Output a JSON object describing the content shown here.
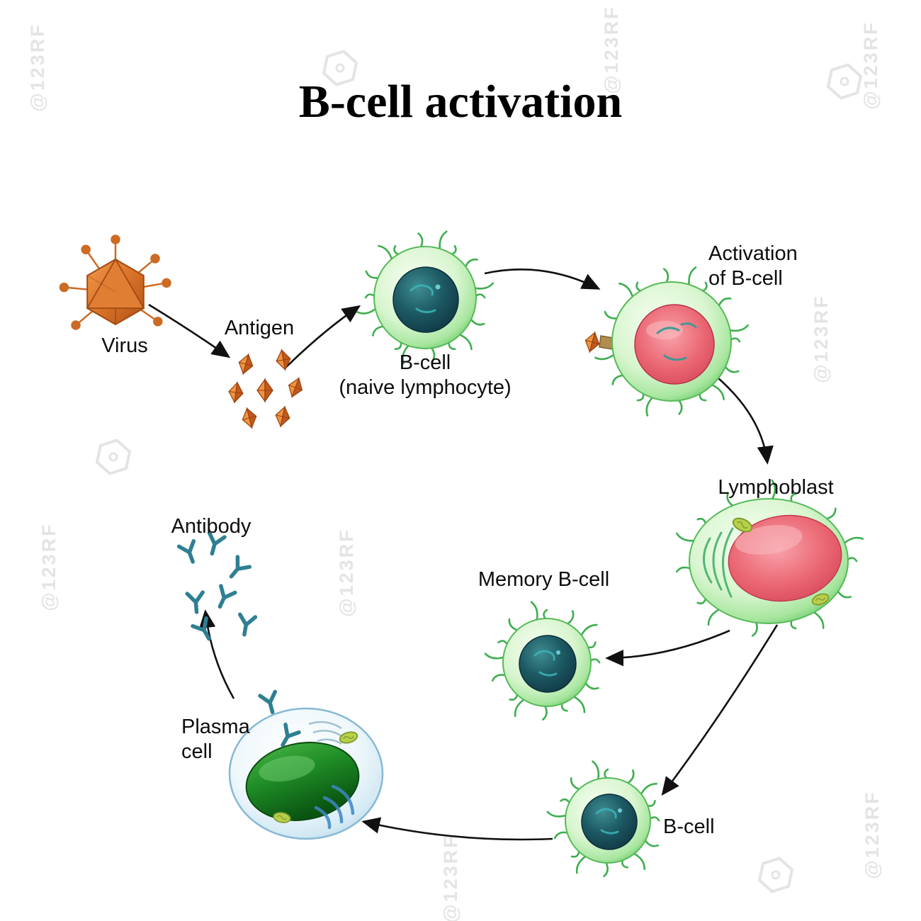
{
  "title": "B-cell activation",
  "watermark": {
    "text": "@123RF"
  },
  "labels": {
    "virus": "Virus",
    "antigen": "Antigen",
    "bcell_naive_line1": "B-cell",
    "bcell_naive_line2": "(naive lymphocyte)",
    "activation_line1": "Activation",
    "activation_line2": "of B-cell",
    "lymphoblast": "Lymphoblast",
    "memory_bcell": "Memory B-cell",
    "bcell": "B-cell",
    "plasma_line1": "Plasma",
    "plasma_line2": "cell",
    "antibody": "Antibody"
  },
  "flow": {
    "nodes": [
      "Virus",
      "Antigen",
      "B-cell (naive lymphocyte)",
      "Activation of B-cell",
      "Lymphoblast",
      "Memory B-cell",
      "B-cell",
      "Plasma cell",
      "Antibody"
    ],
    "edges": [
      [
        "Virus",
        "Antigen"
      ],
      [
        "Antigen",
        "B-cell (naive lymphocyte)"
      ],
      [
        "B-cell (naive lymphocyte)",
        "Activation of B-cell"
      ],
      [
        "Activation of B-cell",
        "Lymphoblast"
      ],
      [
        "Lymphoblast",
        "Memory B-cell"
      ],
      [
        "Lymphoblast",
        "B-cell"
      ],
      [
        "B-cell",
        "Plasma cell"
      ],
      [
        "Plasma cell",
        "Antibody"
      ]
    ]
  },
  "colors": {
    "virus_orange": "#d9732a",
    "cell_green": "#5bc25e",
    "nucleus_teal": "#15414d",
    "nucleus_red": "#e25b6b",
    "plasma_blue": "#a6cde2",
    "plasma_nucleus_green": "#1f8d26",
    "antibody_teal": "#2f7f93",
    "arrow_black": "#111111",
    "watermark_gray": "#e4e4e4"
  }
}
